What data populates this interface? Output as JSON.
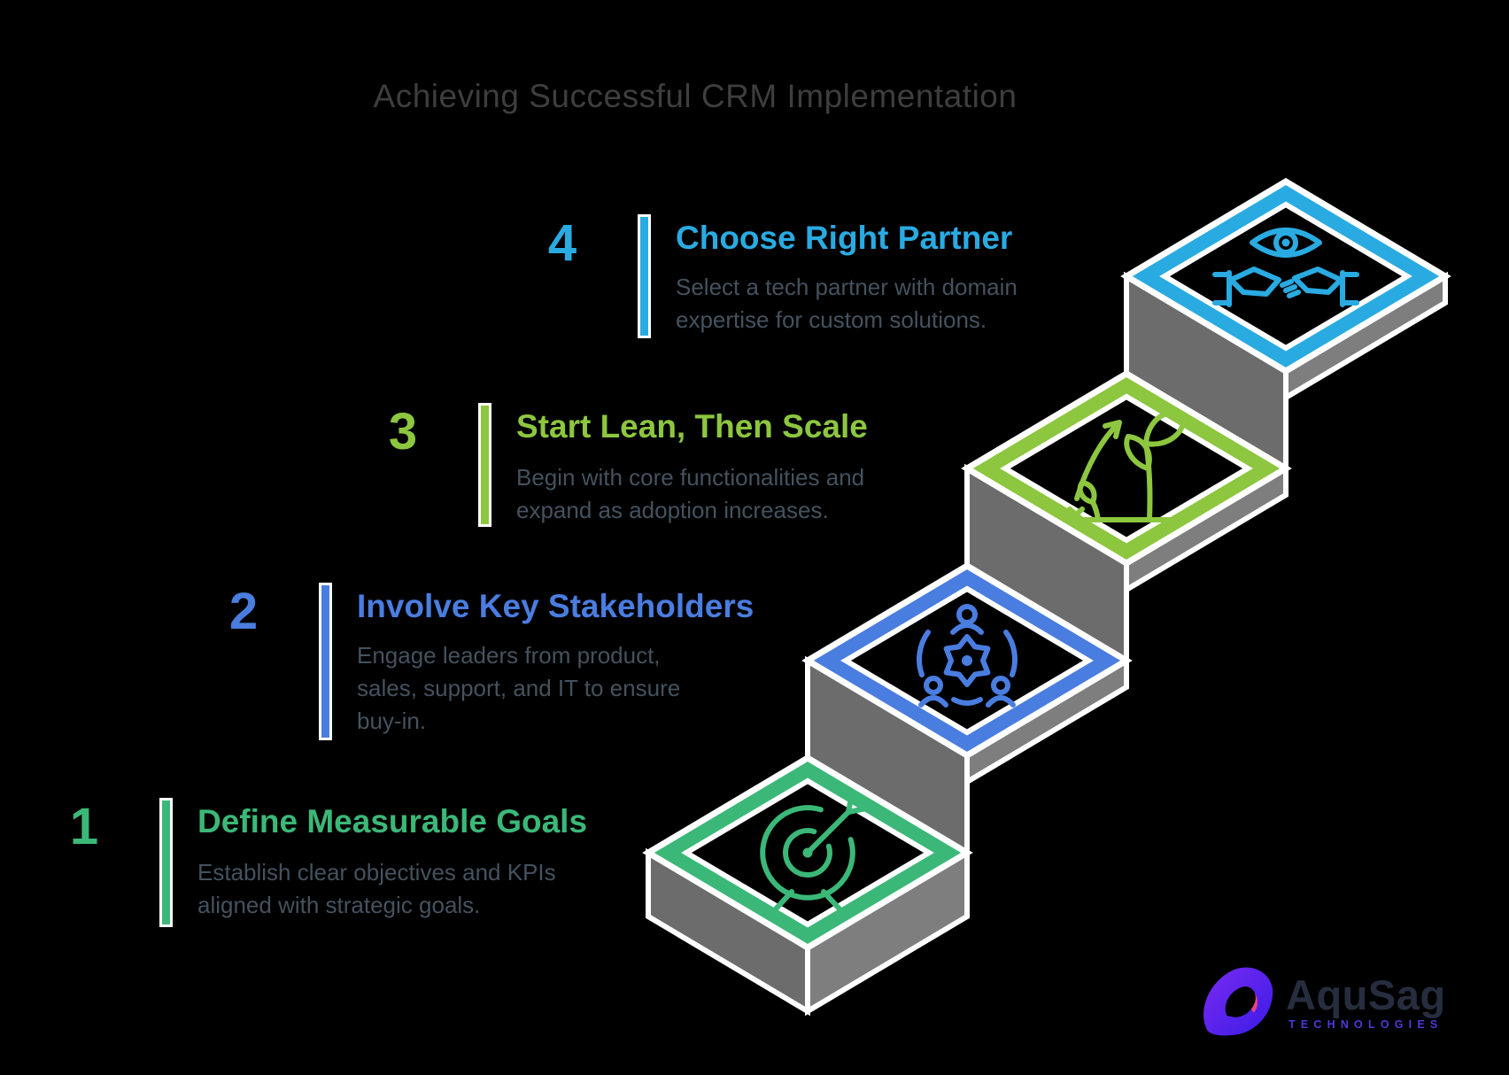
{
  "title": "Achieving Successful CRM Implementation",
  "title_color": "#3E3E3E",
  "background": "#000000",
  "description_color": "#44525F",
  "steps": [
    {
      "number": "1",
      "color": "#3BB878",
      "title": "Define Measurable Goals",
      "icon": "target-icon",
      "desc_lines": [
        "Establish clear objectives and KPIs",
        "aligned with strategic goals."
      ]
    },
    {
      "number": "2",
      "color": "#4A7DE0",
      "title": "Involve Key Stakeholders",
      "icon": "stakeholders-gear-icon",
      "desc_lines": [
        "Engage leaders from product,",
        "sales, support, and IT to ensure",
        "buy-in."
      ]
    },
    {
      "number": "3",
      "color": "#8DC63F",
      "title": "Start Lean, Then Scale",
      "icon": "growth-plant-icon",
      "desc_lines": [
        "Begin with core functionalities and",
        "expand as adoption increases."
      ]
    },
    {
      "number": "4",
      "color": "#29ABE2",
      "title": "Choose Right Partner",
      "icon": "eye-handshake-icon",
      "desc_lines": [
        "Select a tech partner with domain",
        "expertise for custom solutions."
      ]
    }
  ],
  "stair": {
    "left_face": "#6C6C6C",
    "right_face": "#7E7E7E",
    "outline": "#FFFFFF",
    "face_fill": "#000000"
  },
  "logo": {
    "name": "AquSag",
    "tagline": "TECHNOLOGIES",
    "wordmark_color": "#262D3F",
    "tagline_color": "#4A3AD8",
    "mark_from": "#7A2BF0",
    "mark_to": "#3A1BE8",
    "mark_accent": "#EE4380"
  }
}
